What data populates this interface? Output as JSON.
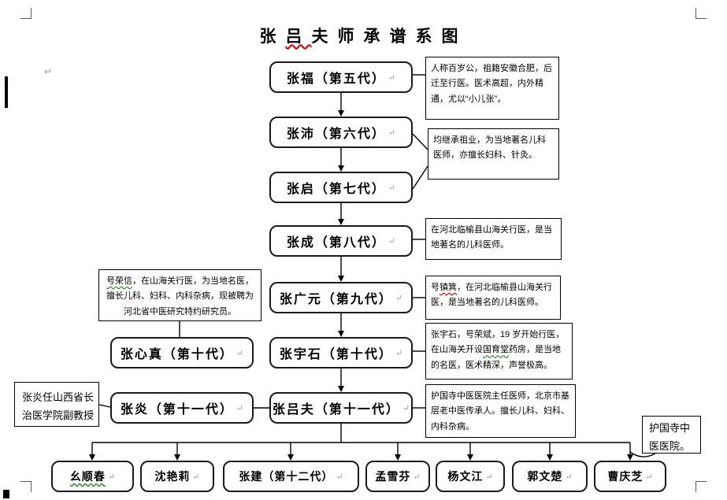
{
  "title": {
    "pre": "张",
    "wavy": "吕",
    "post": "夫师承谱系图"
  },
  "marks": {
    "pilcrow": "↵"
  },
  "generations": [
    {
      "name": "张福（第五代）"
    },
    {
      "name": "张沛（第六代）"
    },
    {
      "name": "张启（第七代）"
    },
    {
      "name": "张成（第八代）"
    },
    {
      "name": "张广元（第九代）"
    },
    {
      "name": "张宇石（第十代）"
    },
    {
      "name": "张吕夫（第十一代）"
    }
  ],
  "side_members": [
    {
      "name": "张心真（第十代）"
    },
    {
      "name": "张炎（第十一代）"
    }
  ],
  "twelfth_generation": [
    {
      "name": "幺顺春"
    },
    {
      "name": "沈艳莉"
    },
    {
      "name": "张建（第十二代）"
    },
    {
      "name": "孟雪芬"
    },
    {
      "name": "杨文江"
    },
    {
      "name": "郭文楚"
    },
    {
      "name": "曹庆芝"
    }
  ],
  "annotations": {
    "right": [
      {
        "text": "人称百岁公，祖籍安徽合肥，后迁至行医。医术高超，内外精通，尤以“小儿张”。"
      },
      {
        "text": "均继承祖业，为当地著名儿科医师，亦擅长妇科、针灸。"
      },
      {
        "text": "在河北临榆县山海关行医，是当地著名的儿科医师。"
      },
      {
        "pre": "号",
        "wavy_red": "镇箕",
        "post": "，在河北临榆县山海关行医，是当地著名的儿科医师。"
      },
      {
        "pre": "张宇石，号荣斌，19 岁开始行医，在山海关开设",
        "wavy_green": "国育堂",
        "post": "药房，是当地的名医，医术精深，声誉极高。"
      },
      {
        "text": "护国寺中医医院主任医师，北京市基层老中医传承人。擅长儿科、妇科、内科杂病。"
      }
    ],
    "left_main": {
      "wavy_green": "号荣信",
      "post": "，在山海关行医，为当地名医，擅长儿科、妇科、内科杂病，现被聘为河北省中医研究特约研究员。"
    },
    "left_small": {
      "text": "张炎任山西省长治医学院副教授"
    },
    "right_bottom": {
      "text": "护国寺中医医院。"
    }
  }
}
